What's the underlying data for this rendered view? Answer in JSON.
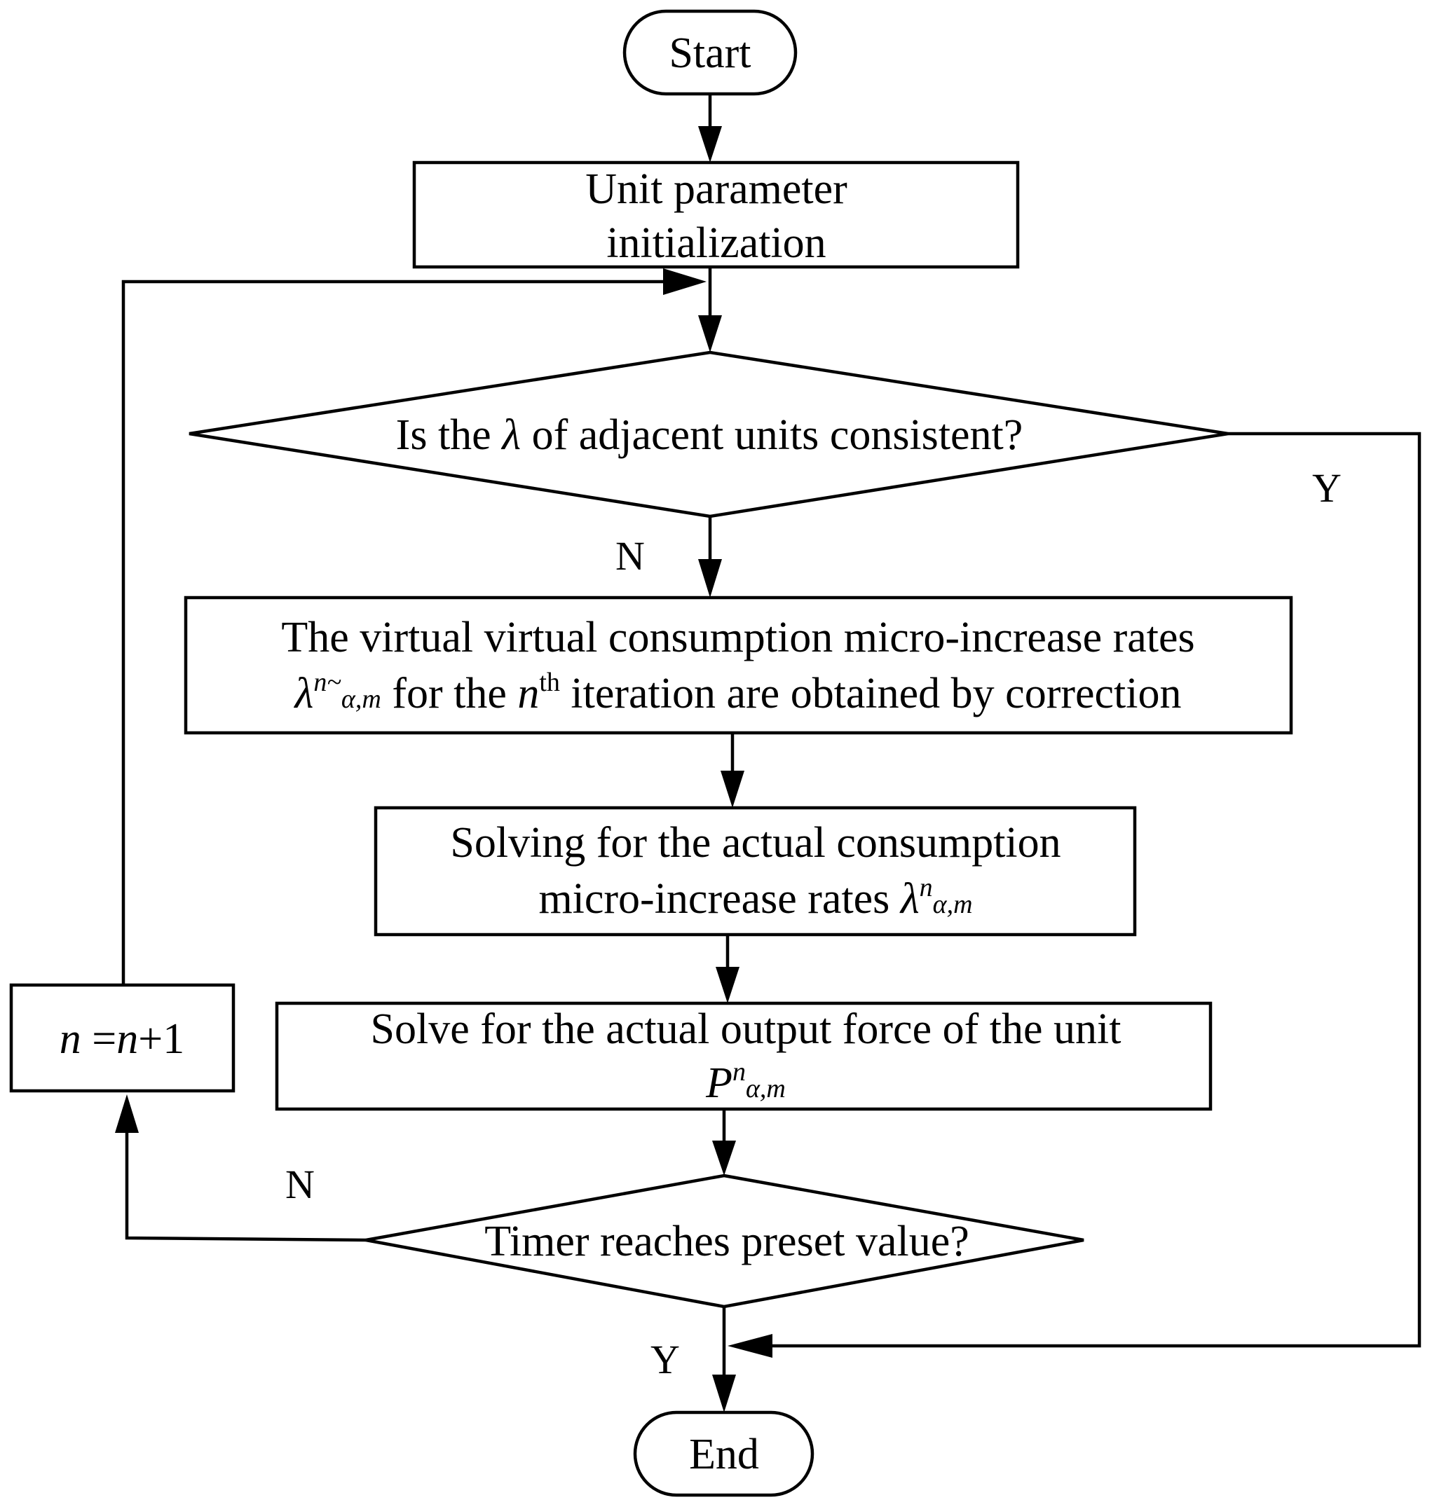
{
  "nodes": {
    "start": {
      "label": "Start"
    },
    "init": {
      "line1": "Unit parameter",
      "line2": "initialization"
    },
    "decision1": {
      "label_pre": "Is the ",
      "symbol": "λ",
      "label_post": " of adjacent units consistent?"
    },
    "correction": {
      "line1": "The virtual virtual consumption micro-increase rates",
      "sym": "λ",
      "sup": "n~",
      "sub": "α,m",
      "mid": " for the ",
      "n": "n",
      "th": "th",
      "tail": " iteration are obtained by correction"
    },
    "actual_rates": {
      "line1": "Solving for the actual consumption",
      "line2_pre": "micro-increase rates ",
      "sym": "λ",
      "sup": "n",
      "sub": "α,m"
    },
    "output": {
      "line1": "Solve for the actual output force of the unit",
      "sym": "P",
      "sup": "n",
      "sub": "α,m"
    },
    "decision2": {
      "label": "Timer reaches preset value?"
    },
    "increment": {
      "n1": "n",
      "eq": " =",
      "n2": "n",
      "plus": "+1"
    },
    "end": {
      "label": "End"
    }
  },
  "edge_labels": {
    "d1_yes": "Y",
    "d1_no": "N",
    "d2_no": "N",
    "d2_yes": "Y"
  }
}
